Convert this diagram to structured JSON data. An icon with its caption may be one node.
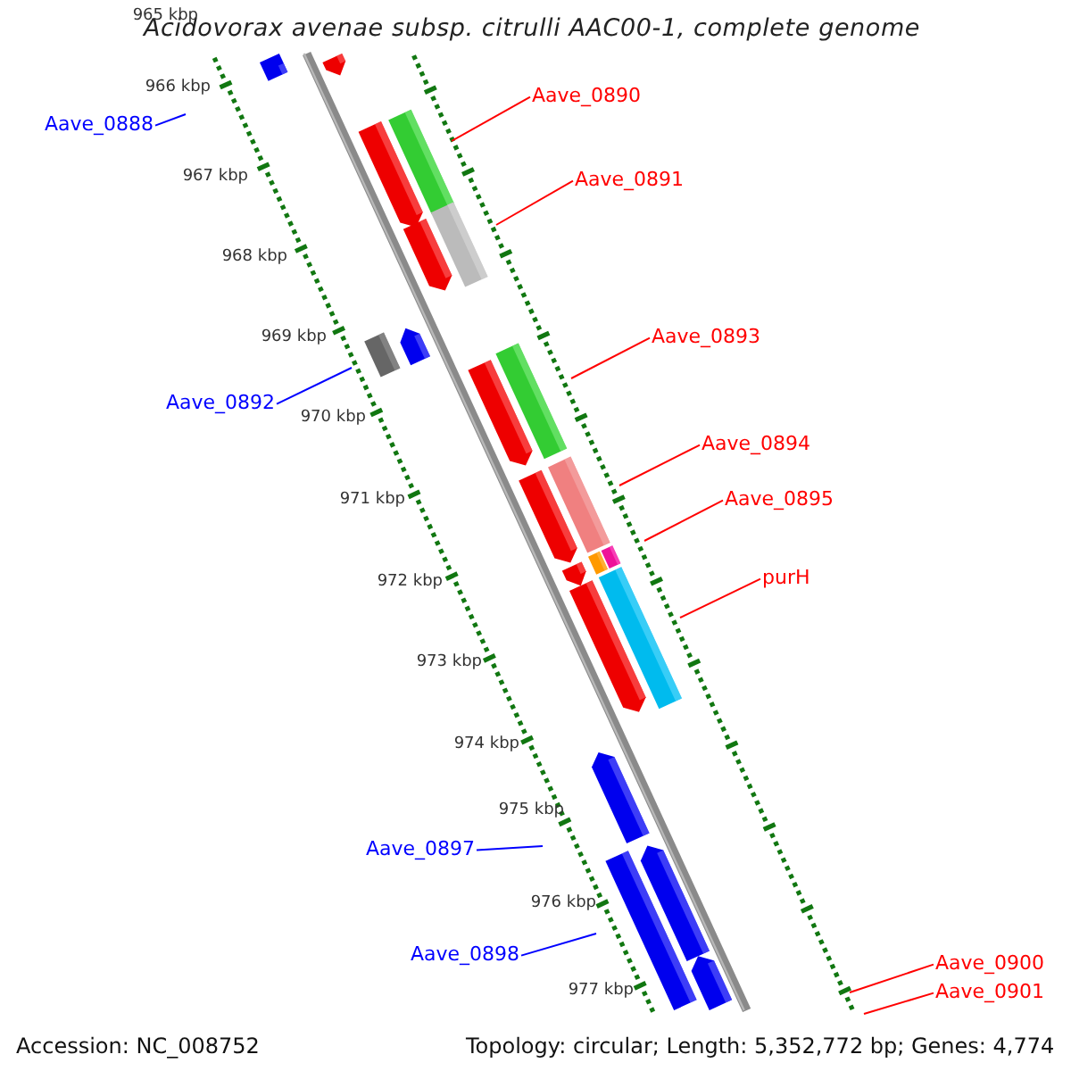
{
  "diagram": {
    "title": "Acidovorax avenae subsp. citrulli AAC00-1, complete genome",
    "nodes": [
      {
        "text": [
          "Aave_0890"
        ]
      },
      {
        "text": [
          "Aave_0888"
        ]
      },
      {
        "text": [
          "Aave_0891"
        ]
      },
      {
        "text": [
          "Aave_0893"
        ]
      },
      {
        "text": [
          "Aave_0892"
        ]
      },
      {
        "text": [
          "Aave_0894"
        ]
      },
      {
        "text": [
          "Aave_0895"
        ]
      },
      {
        "text": [
          "purH"
        ]
      },
      {
        "text": [
          "Aave_0897"
        ]
      },
      {
        "text": [
          "Aave_0898"
        ]
      },
      {
        "text": [
          "Aave_0900"
        ]
      },
      {
        "text": [
          "Aave_0901"
        ]
      }
    ],
    "edges": [
      {
        "from": 0,
        "to": null,
        "arrow": "none"
      },
      {
        "from": 1,
        "to": null,
        "arrow": "none",
        "color": "#0000ff"
      },
      {
        "from": 2,
        "to": null,
        "arrow": "none"
      },
      {
        "from": 3,
        "to": null,
        "arrow": "none"
      },
      {
        "from": 4,
        "to": null,
        "arrow": "none",
        "color": "#0000ff"
      },
      {
        "from": 5,
        "to": null,
        "arrow": "none"
      },
      {
        "from": 6,
        "to": null,
        "arrow": "none"
      },
      {
        "from": 7,
        "to": null,
        "arrow": "none"
      },
      {
        "from": 8,
        "to": null,
        "arrow": "none",
        "color": "#0000ff"
      },
      {
        "from": 9,
        "to": null,
        "arrow": "none",
        "color": "#0000ff"
      },
      {
        "from": 10,
        "to": null,
        "arrow": "none"
      },
      {
        "from": 11,
        "to": null,
        "arrow": "none"
      }
    ],
    "labels": [
      "965 kbp",
      "966 kbp",
      "967 kbp",
      "968 kbp",
      "969 kbp",
      "970 kbp",
      "971 kbp",
      "972 kbp",
      "973 kbp",
      "974 kbp",
      "975 kbp",
      "976 kbp",
      "977 kbp",
      "Accession: NC_008752",
      "Topology: circular; Length: 5,352,772 bp; Genes: 4,774"
    ]
  }
}
